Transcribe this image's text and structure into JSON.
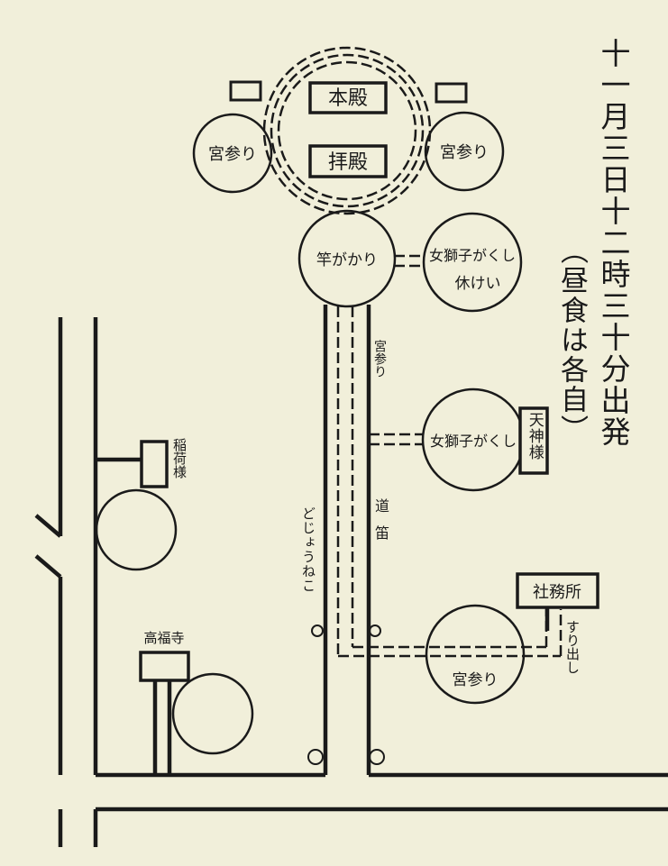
{
  "title": "十一月三日十二時三十分出発",
  "subtitle": "（昼食は各自）",
  "colors": {
    "paper": "#f1efda",
    "ink": "#1a1a1a"
  },
  "buildings": {
    "honden": "本殿",
    "haiden": "拝殿",
    "inari": "稲荷様",
    "koufukuji": "高福寺",
    "tenjin": "天神様",
    "shamusho": "社務所"
  },
  "circles": {
    "miyamairi_left": "宮参り",
    "miyamairi_right": "宮参り",
    "saogakari": "竿がかり",
    "mejishi_rest_line1": "女獅子がくし",
    "mejishi_rest_line2": "休けい",
    "mejishi": "女獅子がくし",
    "miyamairi_bottom": "宮参り"
  },
  "route_labels": {
    "miyamairi": "宮参り",
    "dozyou_neko": "どじょうねこ",
    "michibue": "道笛",
    "surideshi": "すり出し"
  }
}
